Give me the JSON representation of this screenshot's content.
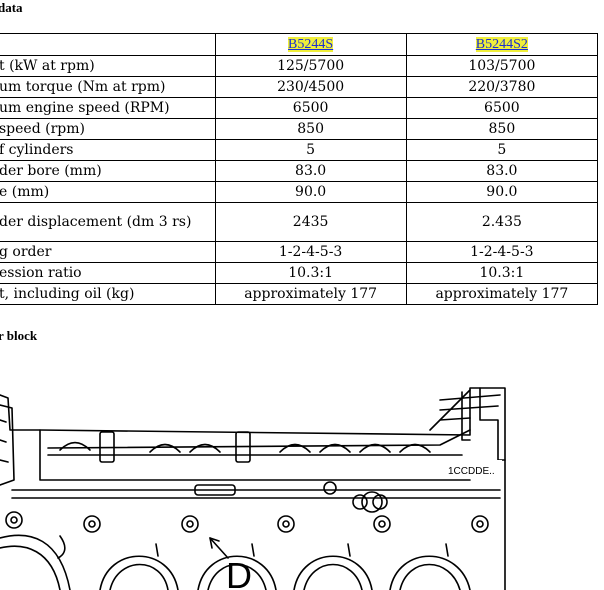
{
  "headings": {
    "top": "data",
    "block": "r block"
  },
  "table": {
    "columns": [
      "B5244S",
      "B5244S2"
    ],
    "rows": [
      {
        "label": "t (kW at rpm)",
        "b5244s": "125/5700",
        "b5244s2": "103/5700"
      },
      {
        "label": "um torque (Nm at rpm)",
        "b5244s": "230/4500",
        "b5244s2": "220/3780"
      },
      {
        "label": "um engine speed (RPM)",
        "b5244s": "6500",
        "b5244s2": "6500"
      },
      {
        "label": "speed (rpm)",
        "b5244s": "850",
        "b5244s2": "850"
      },
      {
        "label": "f cylinders",
        "b5244s": "5",
        "b5244s2": "5"
      },
      {
        "label": "der bore (mm)",
        "b5244s": "83.0",
        "b5244s2": "83.0"
      },
      {
        "label": "e (mm)",
        "b5244s": "90.0",
        "b5244s2": "90.0"
      },
      {
        "label": "der displacement (dm 3 rs)",
        "b5244s": "2435",
        "b5244s2": "2.435"
      },
      {
        "label": "g order",
        "b5244s": "1-2-4-5-3",
        "b5244s2": "1-2-4-5-3"
      },
      {
        "label": "ession ratio",
        "b5244s": "10.3:1",
        "b5244s2": "10.3:1"
      },
      {
        "label": "t, including oil (kg)",
        "b5244s": "approximately 177",
        "b5244s2": "approximately 177"
      }
    ]
  },
  "diagram": {
    "part_code": "1CCDDE..",
    "callout": "D"
  }
}
